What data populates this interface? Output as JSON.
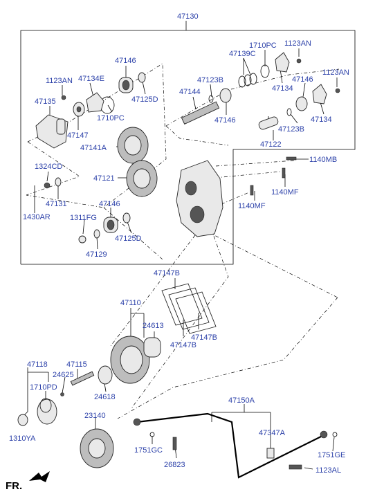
{
  "labels": {
    "p47130": "47130",
    "p1123AN_a": "1123AN",
    "p47134E": "47134E",
    "p47135": "47135",
    "p47146_a": "47146",
    "p47125D_a": "47125D",
    "p1710PC_a": "1710PC",
    "p47147": "47147",
    "p47141A": "47141A",
    "p1324CD": "1324CD",
    "p47131": "47131",
    "p1430AR": "1430AR",
    "p47121": "47121",
    "p1311FG": "1311FG",
    "p47146_b": "47146",
    "p47125D_b": "47125D",
    "p47129": "47129",
    "p1710PC_b": "1710PC",
    "p47139C": "47139C",
    "p1123AN_b": "1123AN",
    "p1123AN_c": "1123AN",
    "p47123B_a": "47123B",
    "p47144": "47144",
    "p47134_a": "47134",
    "p47146_c": "47146",
    "p47146_d": "47146",
    "p47134_b": "47134",
    "p47123B_b": "47123B",
    "p47122": "47122",
    "p1140MB": "1140MB",
    "p1140MF_a": "1140MF",
    "p1140MF_b": "1140MF",
    "p47147B_a": "47147B",
    "p47110": "47110",
    "p24613": "24613",
    "p47147B_b": "47147B",
    "p47147B_c": "47147B",
    "p47118": "47118",
    "p47115": "47115",
    "p24625": "24625",
    "p1710PD": "1710PD",
    "p24618": "24618",
    "p1310YA": "1310YA",
    "p23140": "23140",
    "p47150A": "47150A",
    "p47347A": "47347A",
    "p1751GC": "1751GC",
    "p26823": "26823",
    "p1751GE": "1751GE",
    "p1123AL": "1123AL",
    "fr": "FR."
  }
}
